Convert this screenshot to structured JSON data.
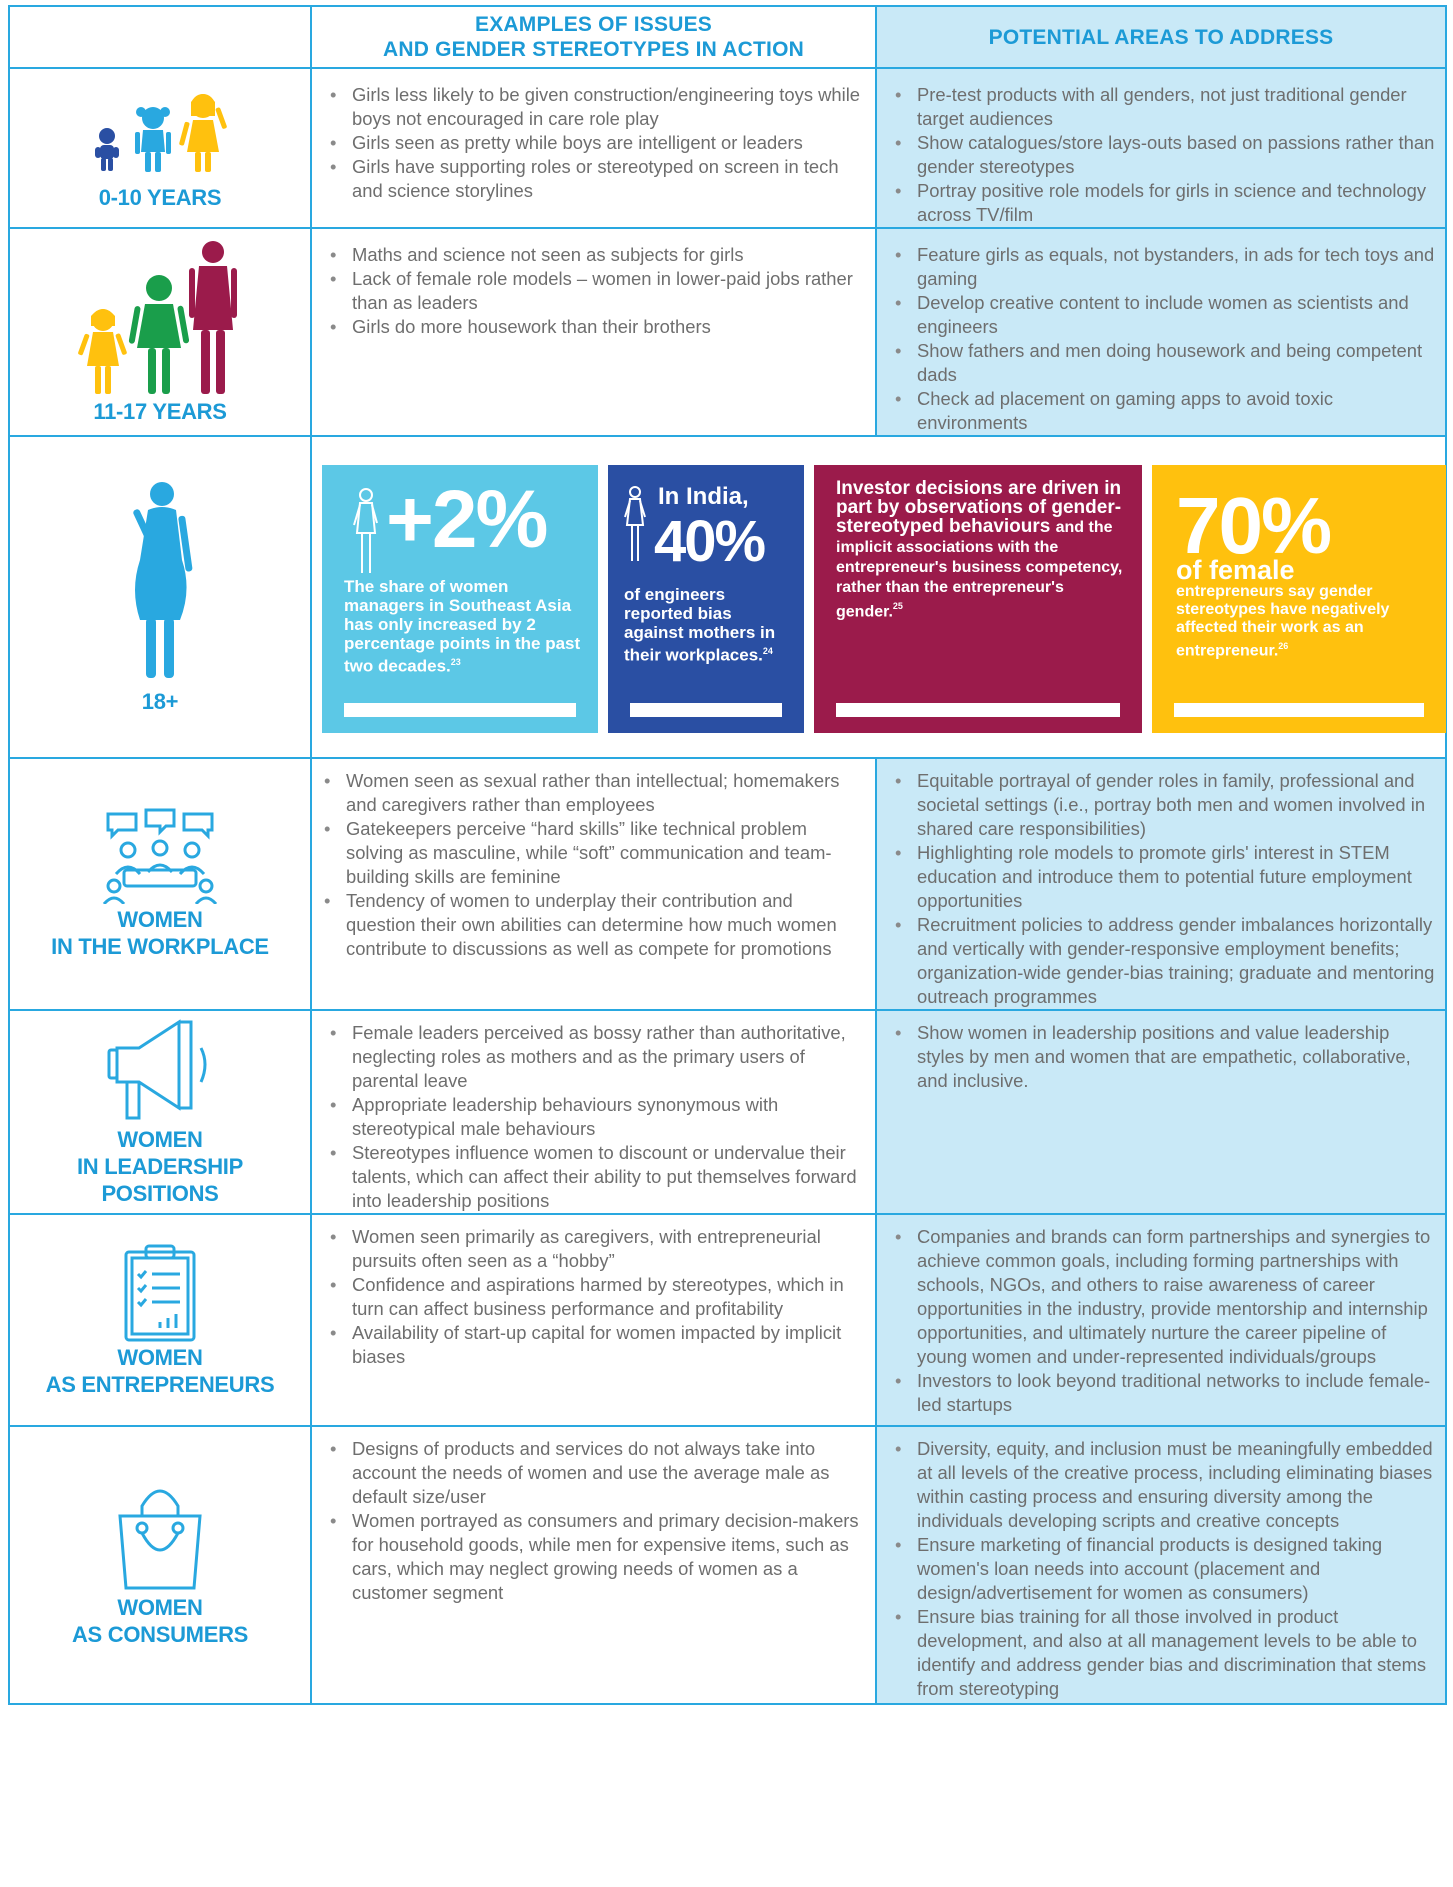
{
  "header": {
    "col2_line1": "EXAMPLES OF ISSUES",
    "col2_line2": "AND GENDER STEREOTYPES IN ACTION",
    "col3": "POTENTIAL AREAS TO ADDRESS"
  },
  "rows": {
    "r0": {
      "label": "0-10 YEARS",
      "issues": [
        "Girls less likely to be given construction/engineering toys while boys not encouraged in care role play",
        "Girls seen as pretty while boys are intelligent or leaders",
        "Girls have supporting roles or stereotyped on screen in tech and science storylines"
      ],
      "actions": [
        "Pre-test products with all genders, not just traditional gender target audiences",
        "Show catalogues/store lays-outs based on passions rather than gender stereotypes",
        "Portray positive role models for girls in science and technology across TV/film"
      ]
    },
    "r1": {
      "label": "11-17 YEARS",
      "issues": [
        "Maths and science not seen as subjects for girls",
        "Lack of female role models – women in lower-paid jobs rather than as leaders",
        "Girls do more housework than their brothers"
      ],
      "actions": [
        "Feature girls as equals, not bystanders, in ads for tech toys and gaming",
        "Develop creative content to include women as scientists and engineers",
        "Show fathers and men doing housework and being competent dads",
        "Check ad placement on gaming apps to avoid toxic environments"
      ]
    },
    "r2": {
      "label": "18+",
      "stat1": {
        "value": "+2%",
        "text": "The share of women managers in Southeast Asia has only increased by 2 percentage points in the past two decades.",
        "ref": "23"
      },
      "stat2": {
        "prefix": "In India,",
        "value": "40%",
        "text": "of engineers reported bias against mothers in their workplaces.",
        "ref": "24"
      },
      "stat3": {
        "bold": "Investor decisions are driven in part by observations of gender-stereotyped behaviours",
        "text": "and the implicit associations with the entrepreneur's business competency, rather than the entrepreneur's gender.",
        "ref": "25"
      },
      "stat4": {
        "value": "70%",
        "sub": "of female",
        "text": "entrepreneurs say gender stereotypes have negatively affected their work as an entrepreneur.",
        "ref": "26"
      }
    },
    "r3": {
      "label1": "WOMEN",
      "label2": "IN THE WORKPLACE",
      "issues": [
        "Women seen as sexual rather than intellectual; homemakers and caregivers rather than employees",
        "Gatekeepers perceive “hard skills” like technical problem solving as masculine, while “soft” communication and team-building skills are feminine",
        "Tendency of women to underplay their contribution and question their own abilities can determine how much women contribute to discussions as well as compete for promotions"
      ],
      "actions": [
        "Equitable portrayal of gender roles in family, professional and societal settings (i.e., portray both men and women involved in shared care responsibilities)",
        "Highlighting role models to promote girls' interest in STEM education and introduce them to potential future employment opportunities",
        "Recruitment policies to address gender imbalances horizontally and vertically with gender-responsive employment benefits; organization-wide gender-bias training; graduate and mentoring outreach programmes"
      ]
    },
    "r4": {
      "label1": "WOMEN",
      "label2": "IN LEADERSHIP",
      "label3": "POSITIONS",
      "issues": [
        "Female leaders perceived as bossy rather than authoritative, neglecting roles as mothers and as the primary users of parental leave",
        "Appropriate leadership behaviours synonymous with stereotypical male behaviours",
        "Stereotypes influence women to discount or undervalue their talents, which can affect their ability to put themselves forward into leadership positions"
      ],
      "actions": [
        "Show women in leadership positions and value leadership styles by men and women that are empathetic, collaborative, and inclusive."
      ]
    },
    "r5": {
      "label1": "WOMEN",
      "label2": "AS ENTREPRENEURS",
      "issues": [
        "Women seen primarily as caregivers, with entrepreneurial pursuits often seen as a “hobby”",
        "Confidence and aspirations harmed by stereotypes, which in turn can affect business performance and profitability",
        "Availability of start-up capital for women impacted by implicit biases"
      ],
      "actions": [
        "Companies and brands can form partnerships and synergies to achieve common goals, including forming partnerships with schools, NGOs, and others to raise awareness of career opportunities in the industry, provide mentorship and internship opportunities, and ultimately nurture the career pipeline of young women and under-represented individuals/groups",
        "Investors to look beyond traditional networks to include female-led startups"
      ]
    },
    "r6": {
      "label1": "WOMEN",
      "label2": "AS CONSUMERS",
      "issues": [
        "Designs of products and services do not always take into account the needs of women and use the average male as default size/user",
        "Women portrayed as consumers and primary decision-makers for household goods, while men for expensive items, such as cars, which may neglect growing needs of women as a customer segment"
      ],
      "actions": [
        "Diversity, equity, and inclusion must be meaningfully embedded at all levels of the creative process, including eliminating biases within casting process and ensuring diversity among the individuals developing scripts and creative concepts",
        "Ensure marketing of financial products is designed taking women's loan needs into account (placement and design/advertisement for women as consumers)",
        "Ensure bias training for all those involved in product development, and also at all management levels to be able to identify and address gender bias and discrimination that stems from stereotyping"
      ]
    }
  },
  "colors": {
    "accent": "#1c9ad6",
    "border": "#29a8e0",
    "panel": "#c9e9f7",
    "teal": "#5cc8e6",
    "navy": "#2a4fa3",
    "maroon": "#9b1b4b",
    "yellow": "#ffc10e"
  }
}
